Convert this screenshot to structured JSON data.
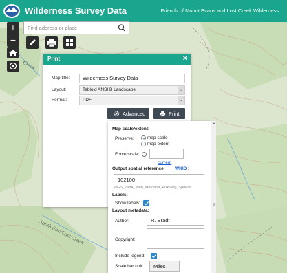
{
  "header": {
    "title": "Wilderness Survey Data",
    "subtitle": "Friends of Mount Evans and Lost Creek Wilderness"
  },
  "map": {
    "labels": {
      "south_fork_1": "South Fork",
      "south_fork_2": "Lost Creek",
      "creek": "Creek"
    }
  },
  "zoom": {
    "in": "+",
    "out": "−"
  },
  "search": {
    "placeholder": "Find address or place",
    "value": ""
  },
  "print_panel": {
    "title": "Print",
    "close": "×",
    "map_title_label": "Map title:",
    "map_title_value": "Wilderness Survey Data",
    "layout_label": "Layout:",
    "layout_value": "Tabloid ANSI B Landscape",
    "format_label": "Format:",
    "format_value": "PDF",
    "advanced_button": "Advanced",
    "print_button": "Print"
  },
  "advanced": {
    "map_scale_heading": "Map scale/extent:",
    "preserve_label": "Preserve:",
    "preserve_options": [
      "map scale",
      "map extent"
    ],
    "preserve_selected": "map scale",
    "force_scale_label": "Force scale:",
    "force_scale_value": "",
    "current_link": "current",
    "spatial_ref_heading": "Output spatial reference",
    "wkid_link": "WKID",
    "wkid_colon": ":",
    "wkid_value": "102100",
    "wkid_name": "WGS_1984_Web_Mercator_Auxiliary_Sphere",
    "labels_heading": "Labels:",
    "show_labels_label": "Show labels:",
    "layout_metadata_heading": "Layout metadata:",
    "author_label": "Author:",
    "author_value": "R. Bradt",
    "copyright_label": "Copyright:",
    "copyright_value": "",
    "include_legend_label": "Include legend:",
    "scale_bar_label": "Scale bar unit:",
    "scale_bar_value": "Miles"
  },
  "colors": {
    "header": "#1aa68e",
    "button_dark": "#3e4954",
    "checkbox": "#2e86c9",
    "link": "#1f5fd1"
  }
}
